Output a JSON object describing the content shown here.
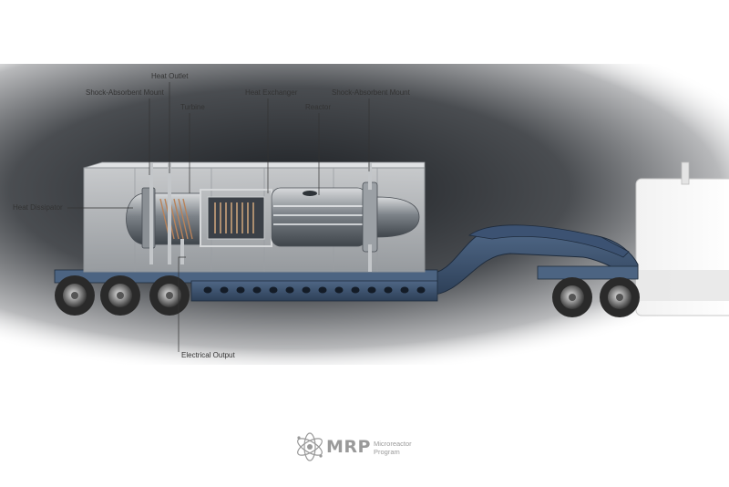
{
  "labels": {
    "shock_mount_left": "Shock-Absorbent Mount",
    "heat_outlet": "Heat Outlet",
    "turbine": "Turbine",
    "heat_exchanger": "Heat Exchanger",
    "reactor": "Reactor",
    "shock_mount_right": "Shock-Absorbent Mount",
    "heat_dissipator": "Heat Dissipator",
    "electrical_output": "Electrical Output"
  },
  "logo": {
    "abbreviation": "MRP",
    "line1": "Microreactor",
    "line2": "Program"
  },
  "colors": {
    "background": "#ffffff",
    "trailer": "#3a4f6b",
    "container": "#b9bcbf",
    "label_text": "#333333",
    "logo": "#9a9a9a"
  }
}
